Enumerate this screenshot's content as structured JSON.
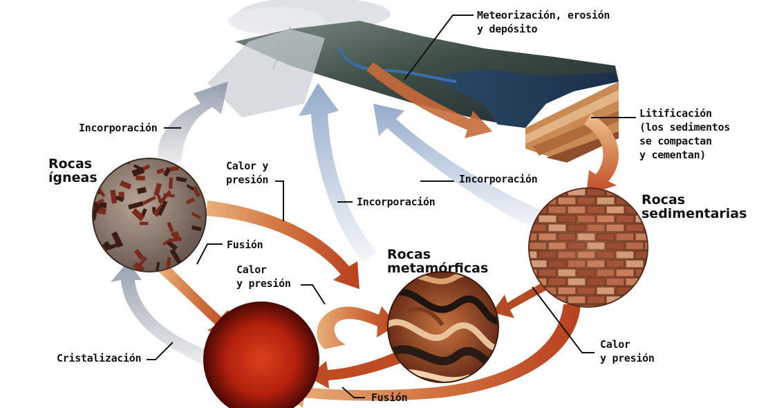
{
  "rock_titles": {
    "igneous": [
      "Rocas",
      "ígneas"
    ],
    "sedimentary": [
      "Rocas",
      "sedimentarias"
    ],
    "metamorphic": [
      "Rocas",
      "metamórficas"
    ]
  },
  "process_labels": {
    "weathering": [
      "Meteorización, erosión",
      "y depósito"
    ],
    "lithification": [
      "Litificación",
      "(los sedimentos",
      "se compactan",
      "y cementan)"
    ],
    "uplift_left": "Incorporación",
    "uplift_center": "Incorporación",
    "uplift_right": "Incorporación",
    "heat_pressure_top": [
      "Calor y",
      "presión"
    ],
    "melting_left": "Fusión",
    "heat_pressure_mid": [
      "Calor",
      "y presión"
    ],
    "heat_pressure_right": [
      "Calor",
      "y presión"
    ],
    "crystallization": "Cristalización",
    "melting_bottom": "Fusión"
  },
  "colors": {
    "arrow_orange": "#c2562a",
    "arrow_light": "#e9a86a",
    "arrow_blue": "#8ea7c8",
    "magma": "#b8200f"
  }
}
